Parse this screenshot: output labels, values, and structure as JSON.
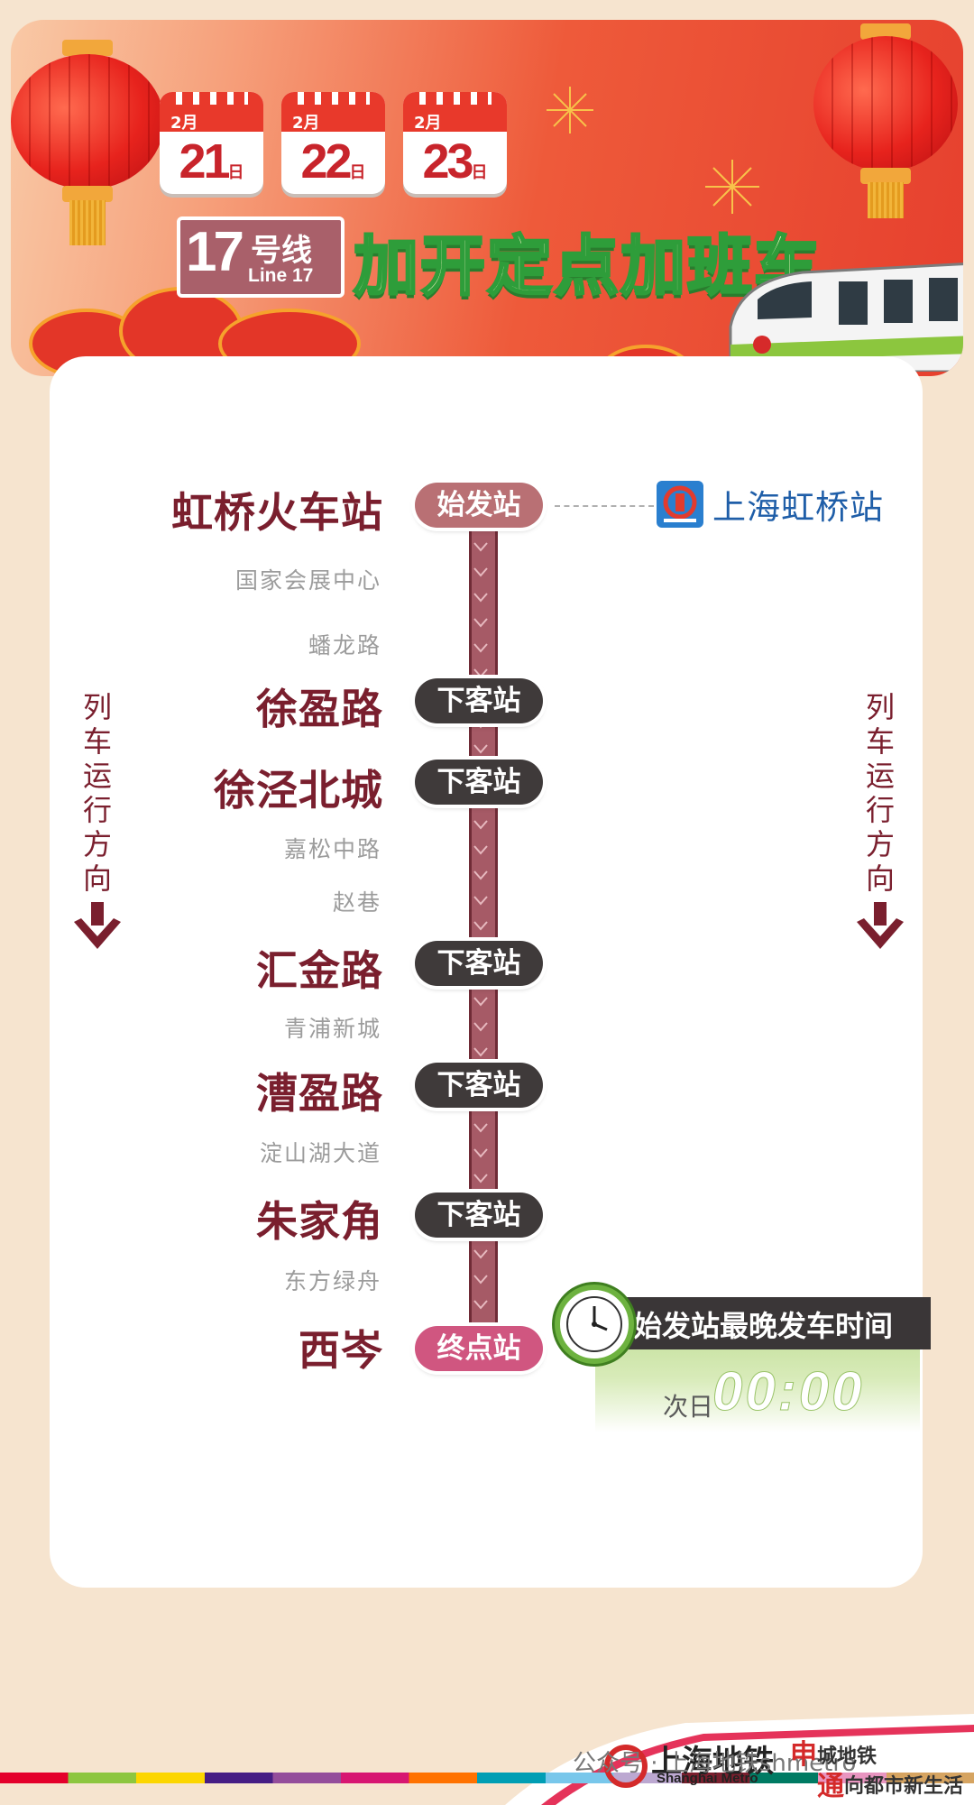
{
  "header": {
    "dates": [
      {
        "month": "2月",
        "day": "21",
        "suffix": "日"
      },
      {
        "month": "2月",
        "day": "22",
        "suffix": "日"
      },
      {
        "month": "2月",
        "day": "23",
        "suffix": "日"
      }
    ],
    "line_number": "17",
    "line_hao": "号线",
    "line_en": "Line 17",
    "headline": "加开定点加班车"
  },
  "route": {
    "origin": {
      "name": "虹桥火车站",
      "tag": "始发站"
    },
    "transfer_rail": "上海虹桥站",
    "stations": [
      {
        "name": "国家会展中心",
        "type": "minor"
      },
      {
        "name": "蟠龙路",
        "type": "minor"
      },
      {
        "name": "徐盈路",
        "type": "major",
        "tag": "下客站"
      },
      {
        "name": "徐泾北城",
        "type": "major",
        "tag": "下客站"
      },
      {
        "name": "嘉松中路",
        "type": "minor"
      },
      {
        "name": "赵巷",
        "type": "minor"
      },
      {
        "name": "汇金路",
        "type": "major",
        "tag": "下客站"
      },
      {
        "name": "青浦新城",
        "type": "minor"
      },
      {
        "name": "漕盈路",
        "type": "major",
        "tag": "下客站"
      },
      {
        "name": "淀山湖大道",
        "type": "minor"
      },
      {
        "name": "朱家角",
        "type": "major",
        "tag": "下客站"
      },
      {
        "name": "东方绿舟",
        "type": "minor"
      }
    ],
    "terminal": {
      "name": "西岑",
      "tag": "终点站"
    },
    "direction_text": "列车运行方向"
  },
  "last_train": {
    "title": "始发站最晚发车时间",
    "next_day": "次日",
    "time": "00:00"
  },
  "footer": {
    "watermark": "公众号 · 上海地铁shmetro",
    "logo_cn": "上海地铁",
    "logo_en": "Shanghai Metro",
    "slogan_a_char": "申",
    "slogan_a": "城地铁",
    "slogan_b_char": "通",
    "slogan_b": "向都市新生活"
  },
  "colors": {
    "maroon": "#7a1f2e",
    "track": "#a65a66",
    "origin_pill": "#b97074",
    "alight_pill": "#3f3a3a",
    "terminal_pill": "#d05680",
    "headline_green": "#2e9d3a"
  }
}
